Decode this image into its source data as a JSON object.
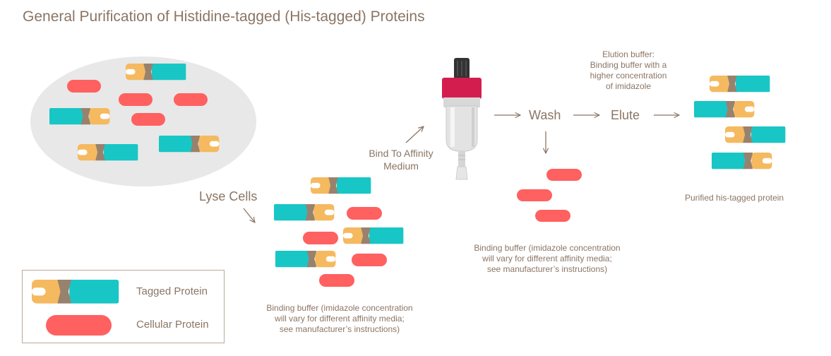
{
  "title": "General Purification of Histidine-tagged (His-tagged) Proteins",
  "colors": {
    "tag": "#f5b95f",
    "linker": "#98826e",
    "protein": "#19c6c6",
    "cellular": "#ff6060",
    "cell": "#e8e8e8",
    "text": "#8a7565"
  },
  "steps": {
    "lyse": "Lyse Cells",
    "bind": [
      "Bind To Affinity",
      "Medium"
    ],
    "wash": "Wash",
    "elute": "Elute"
  },
  "elution_buffer": [
    "Elution buffer:",
    "Binding buffer with a",
    "higher concentration",
    "of imidazole"
  ],
  "binding_buffer_1": [
    "Binding buffer (imidazole concentration",
    "will vary for different affinity media;",
    "see manufacturer’s instructions)"
  ],
  "binding_buffer_2": [
    "Binding buffer (imidazole concentration",
    "will vary for different affinity media;",
    "see manufacturer’s instructions)"
  ],
  "purified": "Purified his-tagged protein",
  "legend": {
    "tagged": "Tagged Protein",
    "cellular": "Cellular Protein"
  }
}
